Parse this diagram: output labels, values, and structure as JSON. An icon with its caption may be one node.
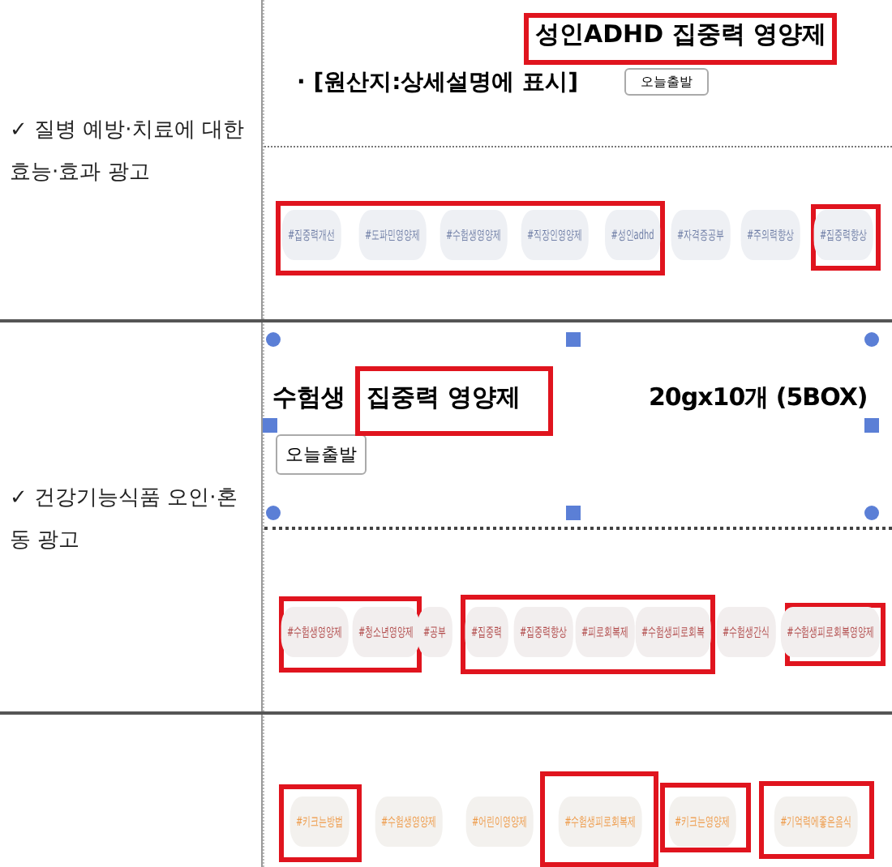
{
  "diagram": {
    "labels": [
      "✓ 질병 예방·치료에 대한 효능·효과 광고",
      "성인ADHD 집중력 영양제",
      "· [원산지:상세설명에 표시]",
      "오늘출발",
      "#집중력개선",
      "#도파민영양제",
      "#수험생영양제",
      "#직장인영양제",
      "#성인adhd",
      "#자격증공부",
      "#주의력향상",
      "#집중력향상",
      "✓ 건강기능식품 오인·혼동 광고",
      "수험생",
      "집중력 영양제",
      "20gx10개 (5BOX)",
      "오늘출발",
      "#수험생영양제",
      "#청소년영양제",
      "#공부",
      "#집중력",
      "#집중력향상",
      "#피로회복제",
      "#수험생피로회복",
      "#수험생간식",
      "#수험생피로회복영양제",
      "#키크는방법",
      "#수험생영양제",
      "#어린이영양제",
      "#수험생피로회복제",
      "#키크는영양제",
      "#기억력에좋은음식"
    ]
  }
}
